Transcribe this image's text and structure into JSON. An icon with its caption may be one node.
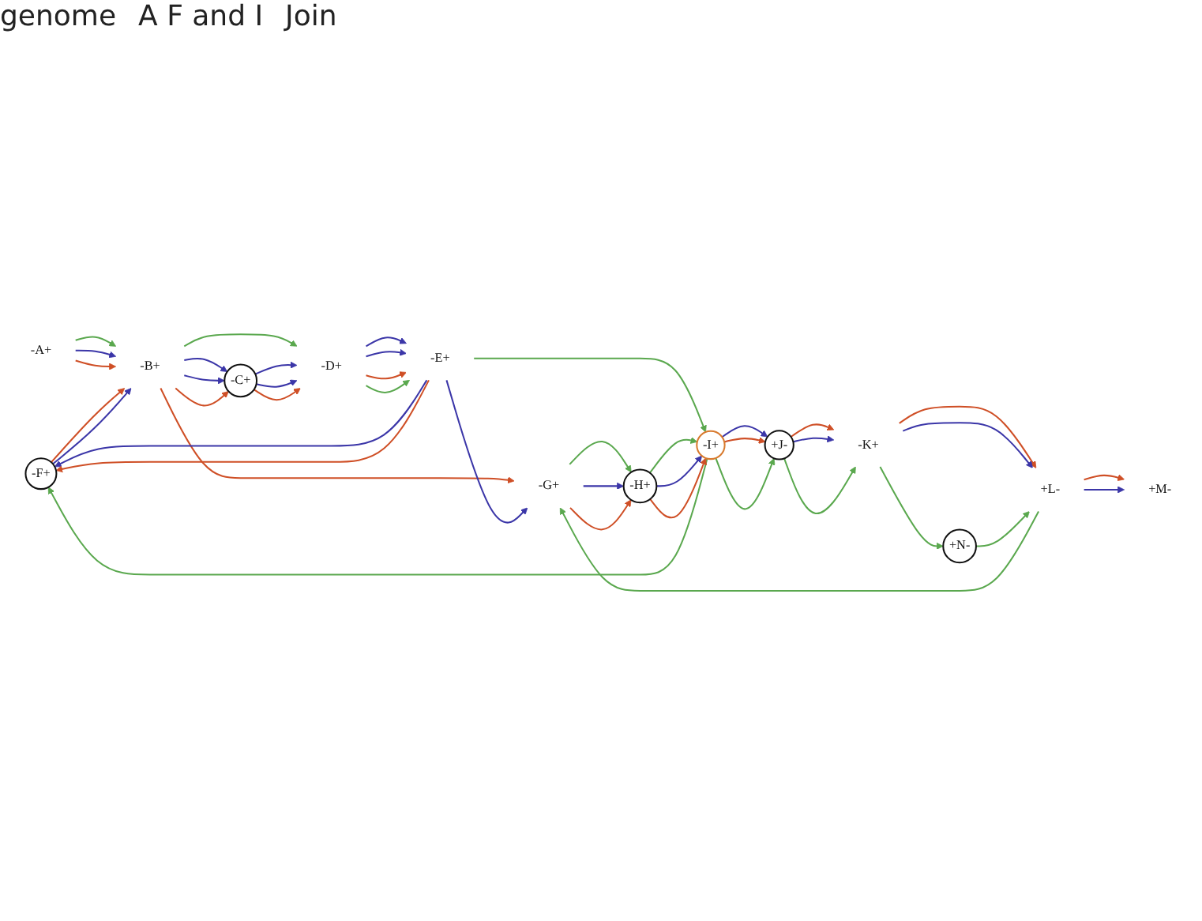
{
  "diagram": {
    "nodes": [
      {
        "text": [
          "-F+"
        ]
      },
      {
        "text": [
          "-B+"
        ]
      },
      {
        "text": [
          "-A+"
        ]
      },
      {
        "text": [
          "-C+"
        ]
      },
      {
        "text": [
          "-D+"
        ]
      },
      {
        "text": [
          "-E+"
        ]
      },
      {
        "text": [
          "-H+"
        ]
      },
      {
        "text": [
          "-I+"
        ]
      },
      {
        "text": [
          "-G+"
        ]
      },
      {
        "text": [
          "+M-"
        ]
      },
      {
        "text": [
          "+L-"
        ]
      },
      {
        "text": [
          "-K+"
        ]
      },
      {
        "text": [
          "+J-"
        ]
      },
      {
        "text": [
          "+N-"
        ]
      }
    ],
    "edges": [
      {
        "from": 2,
        "to": 1,
        "arrow": "to",
        "color": "#5aa84e"
      },
      {
        "from": 2,
        "to": 1,
        "arrow": "to",
        "color": "#3b36a8"
      },
      {
        "from": 2,
        "to": 1,
        "arrow": "to",
        "color": "#cf4f26"
      },
      {
        "from": 0,
        "to": 1,
        "arrow": "to",
        "color": "#cf4f26"
      },
      {
        "from": 0,
        "to": 1,
        "arrow": "to",
        "color": "#3b36a8"
      },
      {
        "from": 1,
        "to": 4,
        "arrow": "to",
        "color": "#5aa84e"
      },
      {
        "from": 1,
        "to": 3,
        "arrow": "to",
        "color": "#3b36a8"
      },
      {
        "from": 1,
        "to": 3,
        "arrow": "to",
        "color": "#3b36a8"
      },
      {
        "from": 1,
        "to": 3,
        "arrow": "to",
        "color": "#cf4f26"
      },
      {
        "from": 1,
        "to": 8,
        "arrow": "to",
        "color": "#cf4f26"
      },
      {
        "from": 3,
        "to": 4,
        "arrow": "to",
        "color": "#3b36a8"
      },
      {
        "from": 3,
        "to": 4,
        "arrow": "to",
        "color": "#3b36a8"
      },
      {
        "from": 3,
        "to": 4,
        "arrow": "to",
        "color": "#cf4f26"
      },
      {
        "from": 4,
        "to": 5,
        "arrow": "to",
        "color": "#3b36a8"
      },
      {
        "from": 4,
        "to": 5,
        "arrow": "to",
        "color": "#3b36a8"
      },
      {
        "from": 4,
        "to": 5,
        "arrow": "to",
        "color": "#cf4f26"
      },
      {
        "from": 4,
        "to": 5,
        "arrow": "to",
        "color": "#5aa84e"
      },
      {
        "from": 5,
        "to": 0,
        "arrow": "to",
        "color": "#3b36a8"
      },
      {
        "from": 5,
        "to": 0,
        "arrow": "to",
        "color": "#cf4f26"
      },
      {
        "from": 5,
        "to": 8,
        "arrow": "to",
        "color": "#3b36a8"
      },
      {
        "from": 5,
        "to": 7,
        "arrow": "to",
        "color": "#5aa84e"
      },
      {
        "from": 7,
        "to": 0,
        "arrow": "to",
        "color": "#5aa84e"
      },
      {
        "from": 8,
        "to": 6,
        "arrow": "to",
        "color": "#5aa84e"
      },
      {
        "from": 8,
        "to": 6,
        "arrow": "to",
        "color": "#3b36a8"
      },
      {
        "from": 8,
        "to": 6,
        "arrow": "to",
        "color": "#cf4f26"
      },
      {
        "from": 6,
        "to": 7,
        "arrow": "to",
        "color": "#5aa84e"
      },
      {
        "from": 6,
        "to": 7,
        "arrow": "to",
        "color": "#3b36a8"
      },
      {
        "from": 6,
        "to": 7,
        "arrow": "to",
        "color": "#cf4f26"
      },
      {
        "from": 7,
        "to": 12,
        "arrow": "to",
        "color": "#3b36a8"
      },
      {
        "from": 7,
        "to": 12,
        "arrow": "to",
        "color": "#cf4f26"
      },
      {
        "from": 7,
        "to": 12,
        "arrow": "to",
        "color": "#5aa84e"
      },
      {
        "from": 12,
        "to": 11,
        "arrow": "to",
        "color": "#cf4f26"
      },
      {
        "from": 12,
        "to": 11,
        "arrow": "to",
        "color": "#3b36a8"
      },
      {
        "from": 12,
        "to": 11,
        "arrow": "to",
        "color": "#5aa84e"
      },
      {
        "from": 11,
        "to": 10,
        "arrow": "to",
        "color": "#cf4f26"
      },
      {
        "from": 11,
        "to": 10,
        "arrow": "to",
        "color": "#3b36a8"
      },
      {
        "from": 11,
        "to": 13,
        "arrow": "to",
        "color": "#5aa84e"
      },
      {
        "from": 13,
        "to": 10,
        "arrow": "to",
        "color": "#5aa84e"
      },
      {
        "from": 10,
        "to": 9,
        "arrow": "to",
        "color": "#cf4f26"
      },
      {
        "from": 10,
        "to": 9,
        "arrow": "to",
        "color": "#3b36a8"
      },
      {
        "from": 10,
        "to": 8,
        "arrow": "to",
        "color": "#5aa84e"
      }
    ],
    "labels": [
      "genome",
      "A F and I",
      "Join"
    ]
  }
}
